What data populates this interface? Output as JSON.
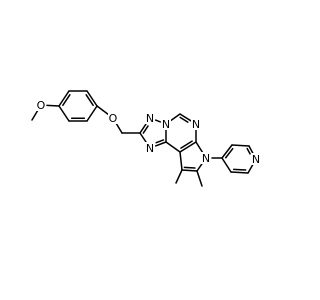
{
  "molecule": {
    "atoms": [
      {
        "id": "ome_c",
        "label": ""
      },
      {
        "id": "ome_o",
        "label": "O"
      },
      {
        "id": "b1",
        "label": ""
      },
      {
        "id": "b2",
        "label": ""
      },
      {
        "id": "b3",
        "label": ""
      },
      {
        "id": "b4",
        "label": ""
      },
      {
        "id": "b5",
        "label": ""
      },
      {
        "id": "b6",
        "label": ""
      },
      {
        "id": "eth_o",
        "label": "O"
      },
      {
        "id": "ch2",
        "label": ""
      },
      {
        "id": "t_c2",
        "label": ""
      },
      {
        "id": "t_n1",
        "label": "N"
      },
      {
        "id": "t_n2",
        "label": "N"
      },
      {
        "id": "t_n3",
        "label": "N"
      },
      {
        "id": "t_c3a",
        "label": ""
      },
      {
        "id": "ch_a",
        "label": ""
      },
      {
        "id": "p_n",
        "label": "N"
      },
      {
        "id": "p_c7a",
        "label": ""
      },
      {
        "id": "p_c9a",
        "label": ""
      },
      {
        "id": "pyr_n",
        "label": "N"
      },
      {
        "id": "pyr_c8",
        "label": ""
      },
      {
        "id": "pyr_c9",
        "label": ""
      },
      {
        "id": "me8",
        "label": ""
      },
      {
        "id": "me9",
        "label": ""
      },
      {
        "id": "py1",
        "label": ""
      },
      {
        "id": "py2",
        "label": ""
      },
      {
        "id": "py3",
        "label": ""
      },
      {
        "id": "py_n",
        "label": "N"
      },
      {
        "id": "py5",
        "label": ""
      },
      {
        "id": "py6",
        "label": ""
      }
    ],
    "bonds": [
      [
        "ome_c",
        "ome_o",
        1
      ],
      [
        "ome_o",
        "b1",
        1
      ],
      [
        "b1",
        "b2",
        2
      ],
      [
        "b2",
        "b3",
        1
      ],
      [
        "b3",
        "b4",
        2
      ],
      [
        "b4",
        "b5",
        1
      ],
      [
        "b5",
        "b6",
        2
      ],
      [
        "b6",
        "b1",
        1
      ],
      [
        "b4",
        "eth_o",
        1
      ],
      [
        "eth_o",
        "ch2",
        1
      ],
      [
        "ch2",
        "t_c2",
        1
      ],
      [
        "t_c2",
        "t_n1",
        2
      ],
      [
        "t_n1",
        "t_n2",
        1
      ],
      [
        "t_n2",
        "t_c3a",
        1
      ],
      [
        "t_c3a",
        "t_n3",
        2
      ],
      [
        "t_n3",
        "t_c2",
        1
      ],
      [
        "t_n2",
        "ch_a",
        1
      ],
      [
        "ch_a",
        "p_n",
        2
      ],
      [
        "p_n",
        "p_c7a",
        1
      ],
      [
        "p_c7a",
        "p_c9a",
        2
      ],
      [
        "p_c9a",
        "t_c3a",
        1
      ],
      [
        "p_c7a",
        "pyr_n",
        1
      ],
      [
        "pyr_n",
        "pyr_c8",
        1
      ],
      [
        "pyr_c8",
        "pyr_c9",
        2
      ],
      [
        "pyr_c9",
        "p_c9a",
        1
      ],
      [
        "pyr_c8",
        "me8",
        1
      ],
      [
        "pyr_c9",
        "me9",
        1
      ],
      [
        "pyr_n",
        "py1",
        1
      ],
      [
        "py1",
        "py2",
        2
      ],
      [
        "py2",
        "py3",
        1
      ],
      [
        "py3",
        "py_n",
        2
      ],
      [
        "py_n",
        "py5",
        1
      ],
      [
        "py5",
        "py6",
        2
      ],
      [
        "py6",
        "py1",
        1
      ]
    ]
  }
}
